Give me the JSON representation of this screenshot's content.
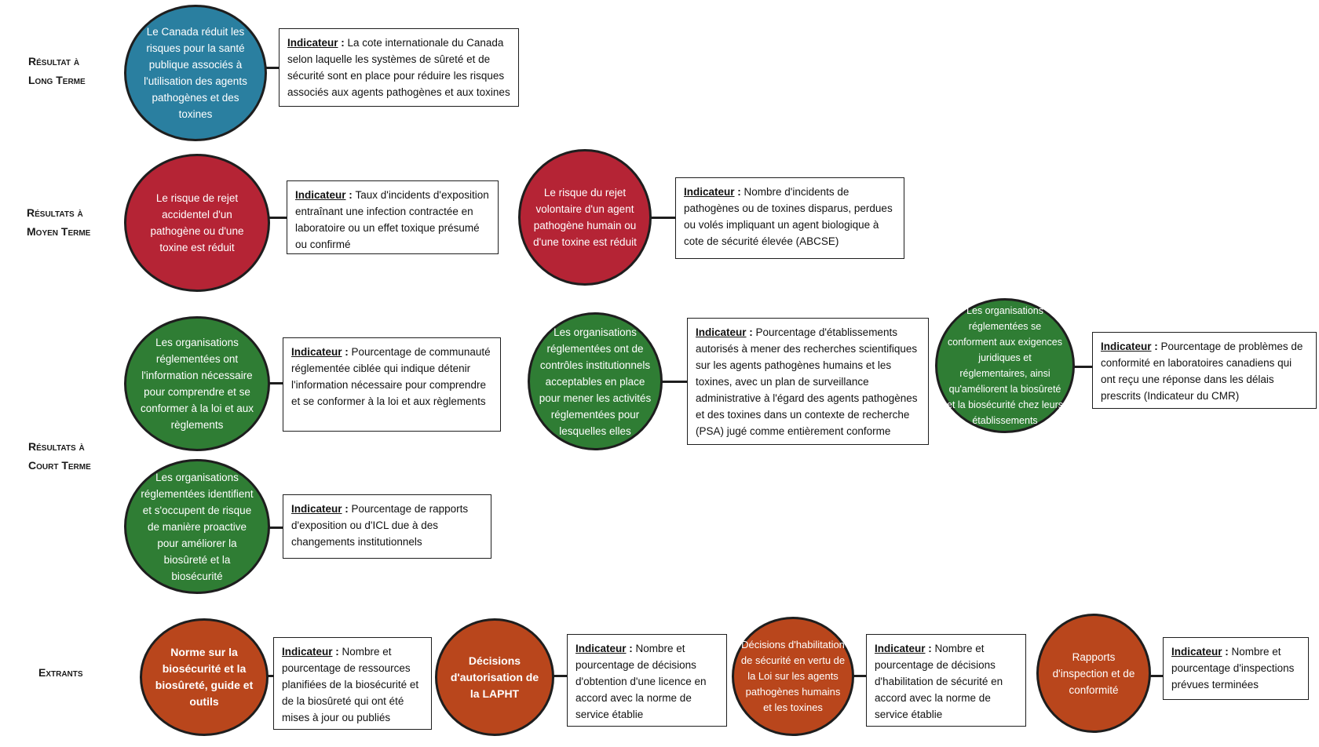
{
  "levels": {
    "long_term": [
      "Résultat à",
      "Long Terme"
    ],
    "medium_term": [
      "Résultats à",
      "Moyen Terme"
    ],
    "short_term": [
      "Résultats à",
      "Court Terme"
    ],
    "outputs": [
      "Extrants"
    ]
  },
  "indicator_label": "Indicateur",
  "indicator_colon": " : ",
  "colors": {
    "long_term": "#2a7fa0",
    "medium_term": "#b52435",
    "short_term": "#2f7d34",
    "outputs": "#b9461c",
    "outline": "#1e1e1e"
  },
  "nodes": {
    "lt1": {
      "text": "Le Canada réduit les risques pour la santé publique associés à l'utilisation des agents pathogènes et des toxines",
      "indicator": "La cote internationale du Canada selon laquelle les systèmes de sûreté et de sécurité sont en place pour réduire les risques associés aux agents pathogènes et aux toxines"
    },
    "mt1": {
      "text": "Le risque de rejet accidentel d'un pathogène ou d'une toxine est réduit",
      "indicator": "Taux d'incidents d'exposition entraînant une infection contractée en laboratoire ou un effet toxique présumé ou confirmé"
    },
    "mt2": {
      "text": "Le risque du rejet volontaire d'un agent pathogène humain ou d'une toxine est réduit",
      "indicator": "Nombre d'incidents de pathogènes ou de toxines disparus, perdues ou volés impliquant un agent biologique à cote de sécurité élevée (ABCSE)"
    },
    "st1": {
      "text": "Les organisations réglementées ont l'information nécessaire pour comprendre et se conformer à la loi et aux règlements",
      "indicator": "Pourcentage de communauté réglementée ciblée qui indique détenir l'information nécessaire pour comprendre et se conformer à la loi et aux règlements"
    },
    "st2": {
      "text": "Les organisations réglementées ont de contrôles institutionnels acceptables en place pour mener les activités réglementées pour lesquelles elles",
      "indicator": "Pourcentage d'établissements autorisés à mener des recherches scientifiques sur les agents pathogènes humains et les toxines, avec un plan de surveillance administrative à l'égard des agents pathogènes et des toxines dans un contexte de recherche (PSA) jugé comme entièrement conforme"
    },
    "st3": {
      "text": "Les organisations réglementées se conforment aux exigences juridiques et réglementaires, ainsi qu'améliorent la biosûreté et la biosécurité chez leurs établissements",
      "indicator": "Pourcentage de problèmes de conformité en laboratoires canadiens qui ont reçu une réponse dans les délais prescrits (Indicateur du CMR)"
    },
    "st4": {
      "text": "Les organisations réglementées identifient et s'occupent de risque de manière proactive pour améliorer la biosûreté et la biosécurité",
      "indicator": "Pourcentage de rapports d'exposition ou d'ICL due à des changements institutionnels"
    },
    "out1": {
      "text": "Norme sur la biosécurité et la biosûreté, guide et outils",
      "indicator": "Nombre et pourcentage de ressources planifiées de la biosécurité et de la biosûreté qui ont été mises à jour ou publiés"
    },
    "out2": {
      "text": "Décisions d'autorisation de la LAPHT",
      "indicator": "Nombre et pourcentage de décisions d'obtention d'une licence en accord avec la norme de service établie"
    },
    "out3": {
      "text": "Décisions d'habilitation de sécurité en vertu de la Loi sur les agents pathogènes humains et les toxines",
      "indicator": "Nombre et pourcentage de décisions d'habilitation de sécurité en accord avec la norme de service établie"
    },
    "out4": {
      "text": "Rapports d'inspection et de conformité",
      "indicator": "Nombre et pourcentage d'inspections prévues terminées"
    }
  }
}
